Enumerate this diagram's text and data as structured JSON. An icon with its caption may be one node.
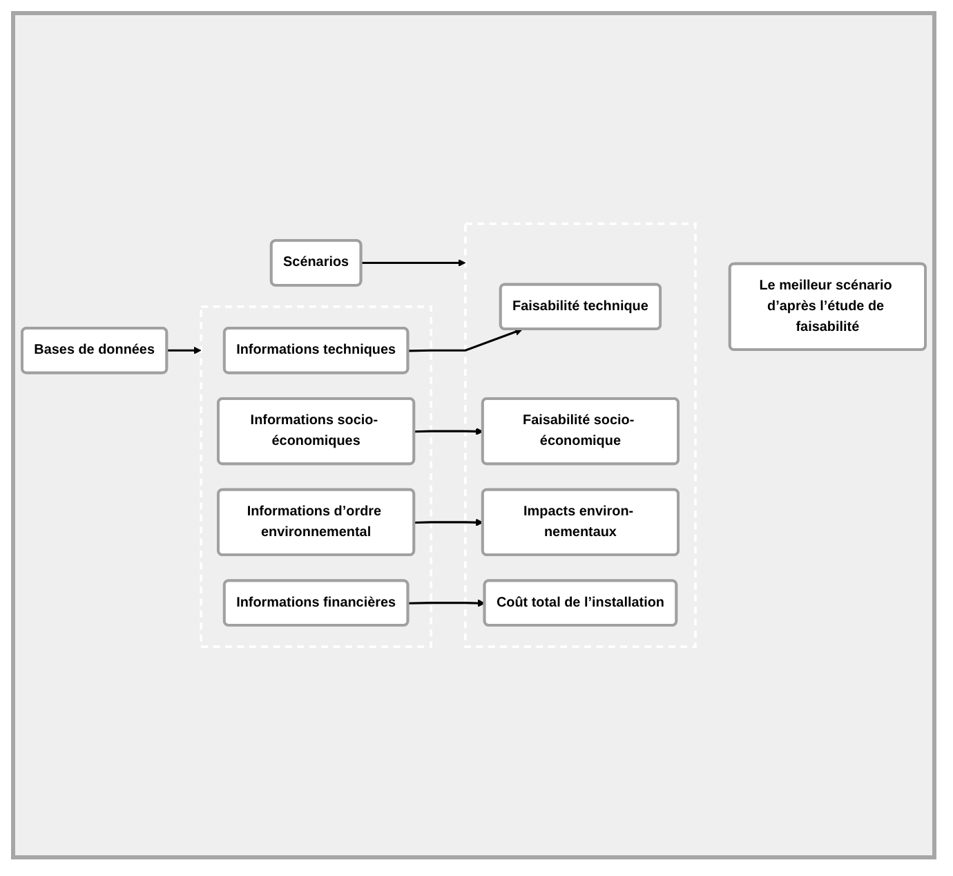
{
  "diagram": {
    "nodes": [
      {
        "text": [
          "Bases de données"
        ]
      },
      {
        "text": [
          "Scénarios"
        ]
      },
      {
        "text": [],
        "shape": "box"
      },
      {
        "text": [
          "Informations techniques"
        ],
        "in": 2
      },
      {
        "text": [
          "Informations socio- économiques"
        ],
        "in": 2
      },
      {
        "text": [
          "Informations d’ordre environnemental"
        ],
        "in": 2
      },
      {
        "text": [
          "Informations financières"
        ],
        "in": 2
      },
      {
        "text": [],
        "shape": "box"
      },
      {
        "text": [
          "Faisabilité technique"
        ],
        "in": 7
      },
      {
        "text": [
          "Faisabilité socio- économique"
        ],
        "in": 7
      },
      {
        "text": [
          "Impacts environ- nementaux"
        ],
        "in": 7
      },
      {
        "text": [
          "Coût total de l’installation"
        ],
        "in": 7
      },
      {
        "text": [
          "Le meilleur scénario d’après l’étude de faisabilité"
        ]
      }
    ],
    "edges": [
      {
        "from": 0,
        "to": 2,
        "arrow": "to"
      },
      {
        "from": 1,
        "to": 7,
        "arrow": "to"
      },
      {
        "from": 3,
        "to": 8,
        "arrow": "to"
      },
      {
        "from": 4,
        "to": 9,
        "arrow": "to"
      },
      {
        "from": 5,
        "to": 10,
        "arrow": "to"
      },
      {
        "from": 6,
        "to": 11,
        "arrow": "to"
      }
    ]
  }
}
